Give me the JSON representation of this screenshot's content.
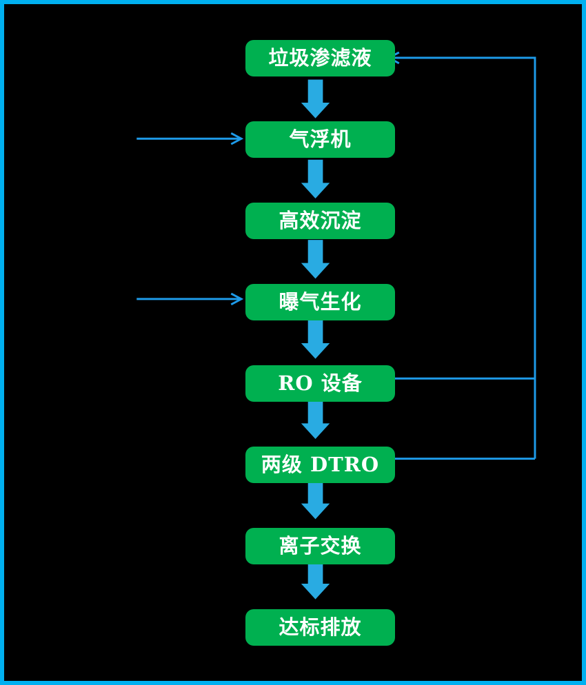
{
  "colors": {
    "background": "#000000",
    "border": "#00b0f0",
    "node_fill": "#00b050",
    "node_text": "#ffffff",
    "arrow_block": "#29abe2",
    "arrow_line": "#1e9be9"
  },
  "flow": {
    "nodes": [
      {
        "id": "landfill-leachate",
        "label": "垃圾渗滤液"
      },
      {
        "id": "air-flotation",
        "label": "气浮机"
      },
      {
        "id": "high-efficiency-sedimentation",
        "label": "高效沉淀"
      },
      {
        "id": "aeration-biochemical",
        "label": "曝气生化"
      },
      {
        "id": "ro-equipment",
        "label": "RO 设备"
      },
      {
        "id": "two-stage-dtro",
        "label": "两级 DTRO"
      },
      {
        "id": "ion-exchange",
        "label": "离子交换"
      },
      {
        "id": "standard-discharge",
        "label": "达标排放"
      }
    ],
    "edges": [
      {
        "from": "landfill-leachate",
        "to": "air-flotation",
        "type": "block-arrow"
      },
      {
        "from": "air-flotation",
        "to": "high-efficiency-sedimentation",
        "type": "block-arrow"
      },
      {
        "from": "high-efficiency-sedimentation",
        "to": "aeration-biochemical",
        "type": "block-arrow"
      },
      {
        "from": "aeration-biochemical",
        "to": "ro-equipment",
        "type": "block-arrow"
      },
      {
        "from": "ro-equipment",
        "to": "two-stage-dtro",
        "type": "block-arrow"
      },
      {
        "from": "two-stage-dtro",
        "to": "ion-exchange",
        "type": "block-arrow"
      },
      {
        "from": "ion-exchange",
        "to": "standard-discharge",
        "type": "block-arrow"
      },
      {
        "from": "external-left",
        "to": "air-flotation",
        "type": "inflow-arrow"
      },
      {
        "from": "external-left",
        "to": "aeration-biochemical",
        "type": "inflow-arrow"
      },
      {
        "from": "ro-equipment",
        "to": "landfill-leachate",
        "type": "recycle-line"
      },
      {
        "from": "two-stage-dtro",
        "to": "landfill-leachate",
        "type": "recycle-line"
      }
    ]
  }
}
